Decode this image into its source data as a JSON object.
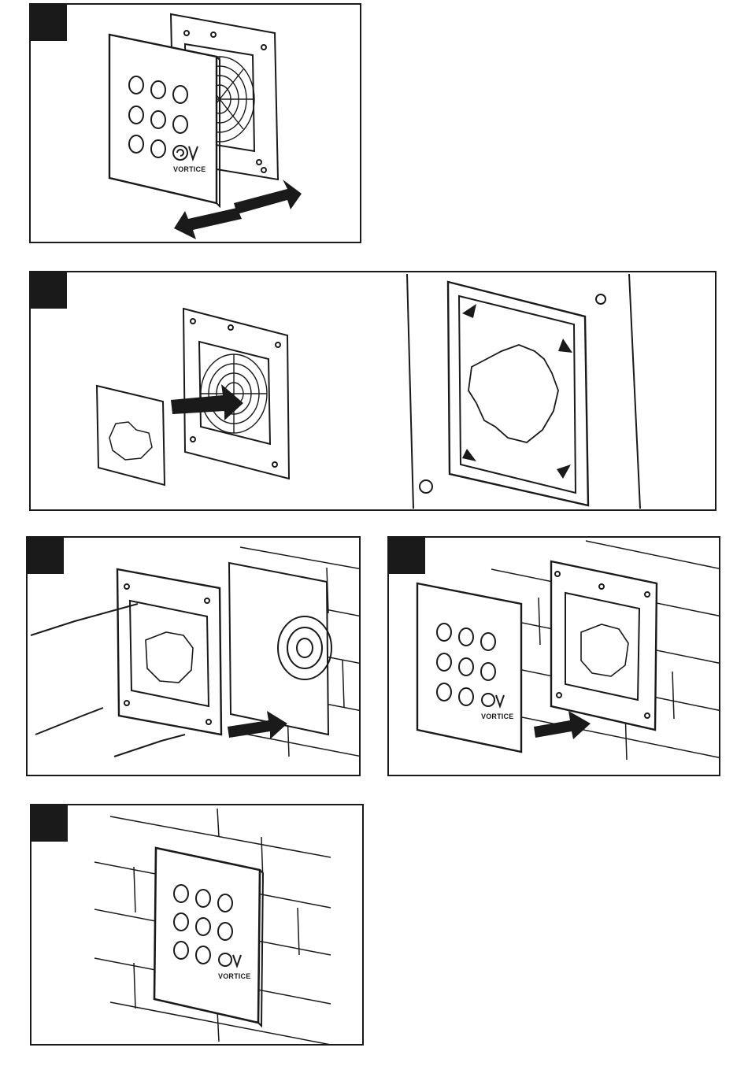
{
  "brand": {
    "logo_text": "VORTICE"
  },
  "steps": [
    {
      "id": "step-1",
      "badge": ""
    },
    {
      "id": "step-2",
      "badge": ""
    },
    {
      "id": "step-3",
      "badge": ""
    },
    {
      "id": "step-4",
      "badge": ""
    },
    {
      "id": "step-5",
      "badge": ""
    }
  ],
  "colors": {
    "line": "#1a1a1a",
    "badge": "#1a1a1a",
    "paper": "#ffffff",
    "arrow": "#1a1a1a"
  }
}
